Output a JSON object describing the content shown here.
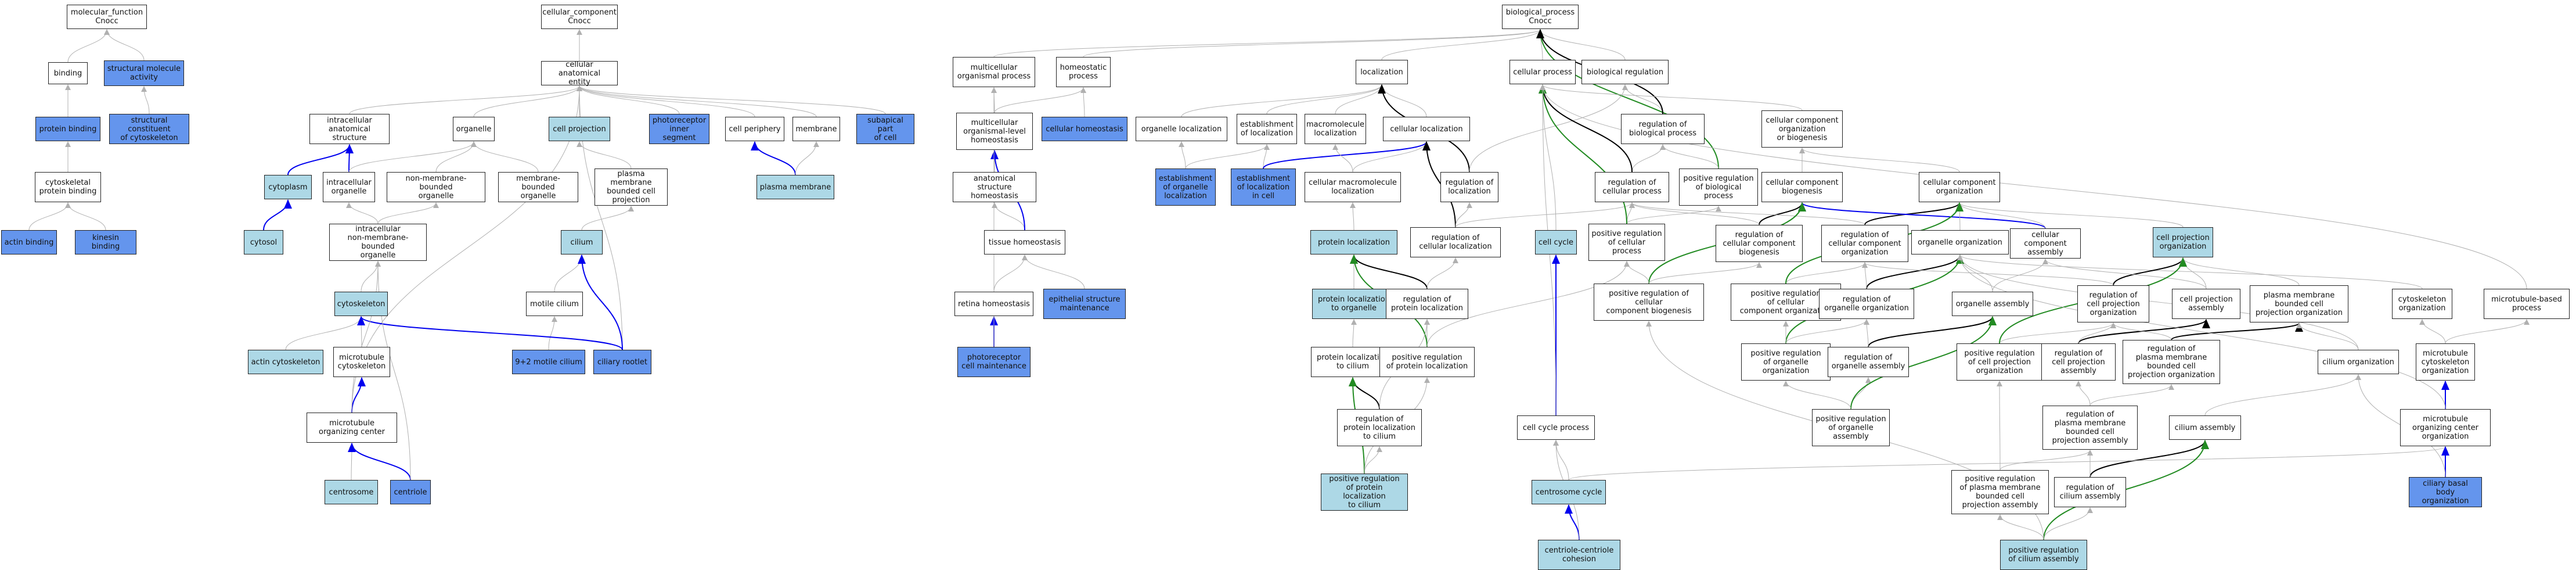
{
  "colors": {
    "plain_fill": "#ffffff",
    "light_fill": "#add8e6",
    "dark_fill": "#6495ed",
    "edge_gray": "#b0b0b0",
    "edge_black": "#000000",
    "edge_blue": "#0000ee",
    "edge_green": "#228b22"
  },
  "nodes": {
    "mf_root": "molecular_function\nCnocc",
    "cc_root": "cellular_component\nCnocc",
    "bp_root": "biological_process\nCnocc",
    "binding": "binding",
    "struct_mol": "structural molecule\nactivity",
    "protein_binding": "protein binding",
    "struct_cyto": "structural constituent\nof cytoskeleton",
    "cytoskeletal_pb": "cytoskeletal\nprotein binding",
    "actin_binding": "actin binding",
    "kinesin_binding": "kinesin binding",
    "cell_anat": "cellular anatomical\nentity",
    "intracell_anat": "intracellular\nanatomical structure",
    "organelle": "organelle",
    "cell_projection": "cell projection",
    "photo_inner": "photoreceptor\ninner segment",
    "cell_periphery": "cell periphery",
    "membrane": "membrane",
    "subapical": "subapical part\nof cell",
    "cytoplasm": "cytoplasm",
    "intracell_org": "intracellular\norganelle",
    "nonmem_org": "non-membrane-bounded\norganelle",
    "mem_org": "membrane-bounded\norganelle",
    "pm_proj": "plasma membrane\nbounded cell\nprojection",
    "plasma_membrane": "plasma membrane",
    "cytosol": "cytosol",
    "intra_nonmem": "intracellular\nnon-membrane-bounded\norganelle",
    "cilium": "cilium",
    "cytoskeleton": "cytoskeleton",
    "motile_cilium": "motile cilium",
    "actin_cyto": "actin cytoskeleton",
    "mt_cyto": "microtubule\ncytoskeleton",
    "nine_two": "9+2 motile cilium",
    "ciliary_rootlet": "ciliary rootlet",
    "mtoc": "microtubule\norganizing center",
    "centrosome": "centrosome",
    "centriole": "centriole",
    "multi_proc": "multicellular\norganismal process",
    "homeo_proc": "homeostatic\nprocess",
    "multi_homeo": "multicellular\norganismal-level\nhomeostasis",
    "cell_homeo": "cellular homeostasis",
    "anat_homeo": "anatomical structure\nhomeostasis",
    "tissue_homeo": "tissue homeostasis",
    "retina_homeo": "retina homeostasis",
    "epi_maint": "epithelial structure\nmaintenance",
    "photo_maint": "photoreceptor\ncell maintenance",
    "localization": "localization",
    "org_loc": "organelle localization",
    "est_loc": "establishment\nof localization",
    "macro_loc": "macromolecule\nlocalization",
    "cell_loc": "cellular localization",
    "est_org_loc": "establishment\nof organelle\nlocalization",
    "est_loc_cell": "establishment\nof localization\nin cell",
    "cell_macro_loc": "cellular macromolecule\nlocalization",
    "reg_loc": "regulation of\nlocalization",
    "protein_loc": "protein localization",
    "reg_cell_loc": "regulation of\ncellular localization",
    "pl_organelle": "protein localization\nto organelle",
    "reg_pl": "regulation of\nprotein localization",
    "pl_cilium": "protein localization\nto cilium",
    "pos_reg_pl": "positive regulation\nof protein localization",
    "reg_pl_cilium": "regulation of\nprotein localization\nto cilium",
    "pos_reg_pl_cilium": "positive regulation\nof protein localization\nto cilium",
    "cellular_process": "cellular process",
    "bio_reg": "biological regulation",
    "reg_bp": "regulation of\nbiological process",
    "pos_reg_bp": "positive regulation\nof biological\nprocess",
    "reg_cp": "regulation of\ncellular process",
    "cell_cycle": "cell cycle",
    "pos_reg_cp": "positive regulation\nof cellular\nprocess",
    "cco_biog": "cellular component\norganization\nor biogenesis",
    "cc_biog": "cellular component\nbiogenesis",
    "cc_org": "cellular component\norganization",
    "reg_cc_biog": "regulation of\ncellular component\nbiogenesis",
    "reg_cc_org": "regulation of\ncellular component\norganization",
    "cc_assembly": "cellular component\nassembly",
    "org_org": "organelle organization",
    "cp_org": "cell projection\norganization",
    "pos_reg_cc_biog": "positive regulation of\ncellular\ncomponent biogenesis",
    "pos_reg_cc_org": "positive regulation\nof cellular\ncomponent organization",
    "reg_org_org": "regulation of\norganelle organization",
    "org_assembly": "organelle assembly",
    "reg_cp_org": "regulation of\ncell projection\norganization",
    "cp_assembly": "cell projection\nassembly",
    "pmb_org": "plasma membrane\nbounded cell\nprojection organization",
    "cytoskel_org": "cytoskeleton\norganization",
    "mt_proc": "microtubule-based\nprocess",
    "pos_reg_org_org": "positive regulation\nof organelle\norganization",
    "reg_org_assembly": "regulation of\norganelle assembly",
    "pos_reg_cp_org": "positive regulation\nof cell projection\norganization",
    "reg_cp_assembly": "regulation of\ncell projection\nassembly",
    "reg_pmb_org": "regulation of\nplasma membrane\nbounded cell\nprojection organization",
    "pmb_assembly": "plasma membrane\nbounded cell\nprojection assembly",
    "cilium_org": "cilium organization",
    "mt_cyto_org": "microtubule\ncytoskeleton\norganization",
    "pos_reg_org_assembly": "positive regulation\nof organelle\nassembly",
    "reg_pmb_assembly": "regulation of\nplasma membrane\nbounded cell\nprojection assembly",
    "cilium_assembly": "cilium assembly",
    "mtoc_org": "microtubule\norganizing center\norganization",
    "cell_cycle_proc": "cell cycle process",
    "pos_reg_pmb_assembly": "positive regulation\nof plasma membrane\nbounded cell\nprojection assembly",
    "reg_cilium_assembly": "regulation of\ncilium assembly",
    "centrosome_cycle": "centrosome cycle",
    "ciliary_basal": "ciliary basal\nbody organization",
    "centriole_cohesion": "centriole-centriole\ncohesion",
    "pos_reg_cilium_assembly": "positive regulation\nof cilium assembly"
  }
}
